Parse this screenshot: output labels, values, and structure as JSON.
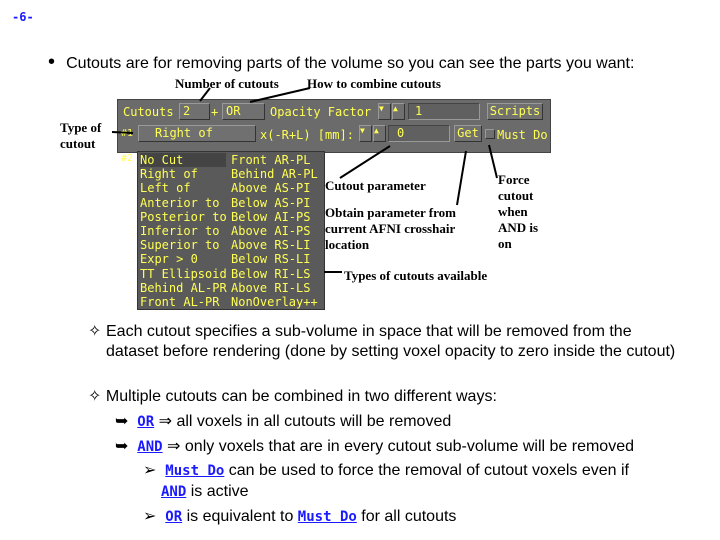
{
  "page_number": "-6-",
  "intro": "Cutouts are for removing parts of the volume so you can see the parts you want:",
  "annotations": {
    "num_cutouts": "Number of cutouts",
    "combine": "How to combine cutouts",
    "type": "Type of cutout",
    "param": "Cutout parameter",
    "obtain": "Obtain parameter from current AFNI crosshair location",
    "force": "Force cutout when AND is on",
    "types": "Types of cutouts available"
  },
  "panel": {
    "cutouts_label": "Cutouts",
    "cutouts_value": "2",
    "plus": "+",
    "combine_value": "OR",
    "opacity_label": "Opacity Factor",
    "opacity_value": "1",
    "scripts": "Scripts",
    "row1_label": "#1",
    "row1_type": "Right of",
    "param_label": "x(-R+L) [mm]:",
    "param_value": "0",
    "get": "Get",
    "must_do": "Must Do",
    "row2_label": "#2"
  },
  "menu": {
    "col1": [
      "No Cut",
      "Right of",
      "Left of",
      "Anterior to",
      "Posterior to",
      "Inferior to",
      "Superior to",
      "Expr > 0",
      "TT Ellipsoid",
      "Behind AL-PR",
      "Front AL-PR"
    ],
    "col2": [
      "Front AR-PL",
      "Behind AR-PL",
      "Above AS-PI",
      "Below AS-PI",
      "Below AI-PS",
      "Above AI-PS",
      "Above RS-LI",
      "Below RS-LI",
      "Below RI-LS",
      "Above RI-LS",
      "NonOverlay++"
    ]
  },
  "bullets": {
    "b1": "Each cutout specifies a sub-volume in space that will be removed from the dataset before rendering (done by setting voxel opacity to zero inside the cutout)",
    "b2": "Multiple cutouts can be combined in two different ways:",
    "or_kw": "OR",
    "or_text": "⇒ all voxels in all cutouts will be removed",
    "and_kw": "AND",
    "and_text": "⇒ only voxels that are in every cutout sub-volume will be removed",
    "mustdo_kw": "Must Do",
    "mustdo_text": "can be used to force the removal of cutout voxels even if",
    "mustdo_and": "AND",
    "mustdo_tail": "is active",
    "or2_kw": "OR",
    "or2_text": "is equivalent to",
    "or2_kw2": "Must Do",
    "or2_tail": "for all cutouts"
  }
}
